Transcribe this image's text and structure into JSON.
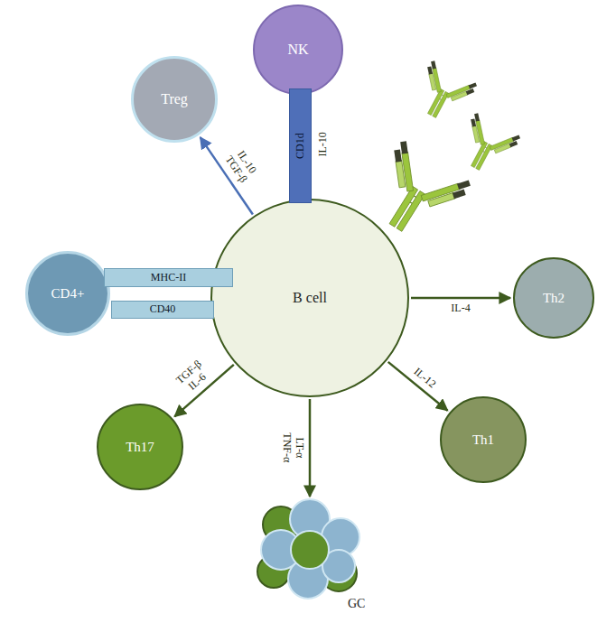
{
  "diagram": {
    "nodes": [
      {
        "text": [
          "NK"
        ]
      },
      {
        "text": [
          "CD1d"
        ]
      },
      {
        "text": [
          "Treg"
        ]
      },
      {
        "text": [
          "CD4+"
        ]
      },
      {
        "text": [
          "MHC-II"
        ]
      },
      {
        "text": [
          "CD40"
        ]
      },
      {
        "text": [
          "B cell"
        ]
      },
      {
        "text": [
          "Th2"
        ]
      },
      {
        "text": [
          "Th17"
        ]
      },
      {
        "text": [
          "Th1"
        ]
      },
      {
        "text": [
          "GC"
        ]
      }
    ],
    "edges": [
      {
        "from": 6,
        "to": 2,
        "arrow": "to",
        "label": "IL-10 TGF-β"
      },
      {
        "from": 6,
        "to": 7,
        "arrow": "to",
        "label": "IL-4"
      },
      {
        "from": 6,
        "to": 9,
        "arrow": "to",
        "label": "IL-12"
      },
      {
        "from": 6,
        "to": 8,
        "arrow": "to",
        "label": "TGF-β IL-6"
      },
      {
        "from": 6,
        "to": 10,
        "arrow": "to",
        "label": "LT-α TNF-α"
      }
    ],
    "labels": [
      "IL-10"
    ]
  }
}
